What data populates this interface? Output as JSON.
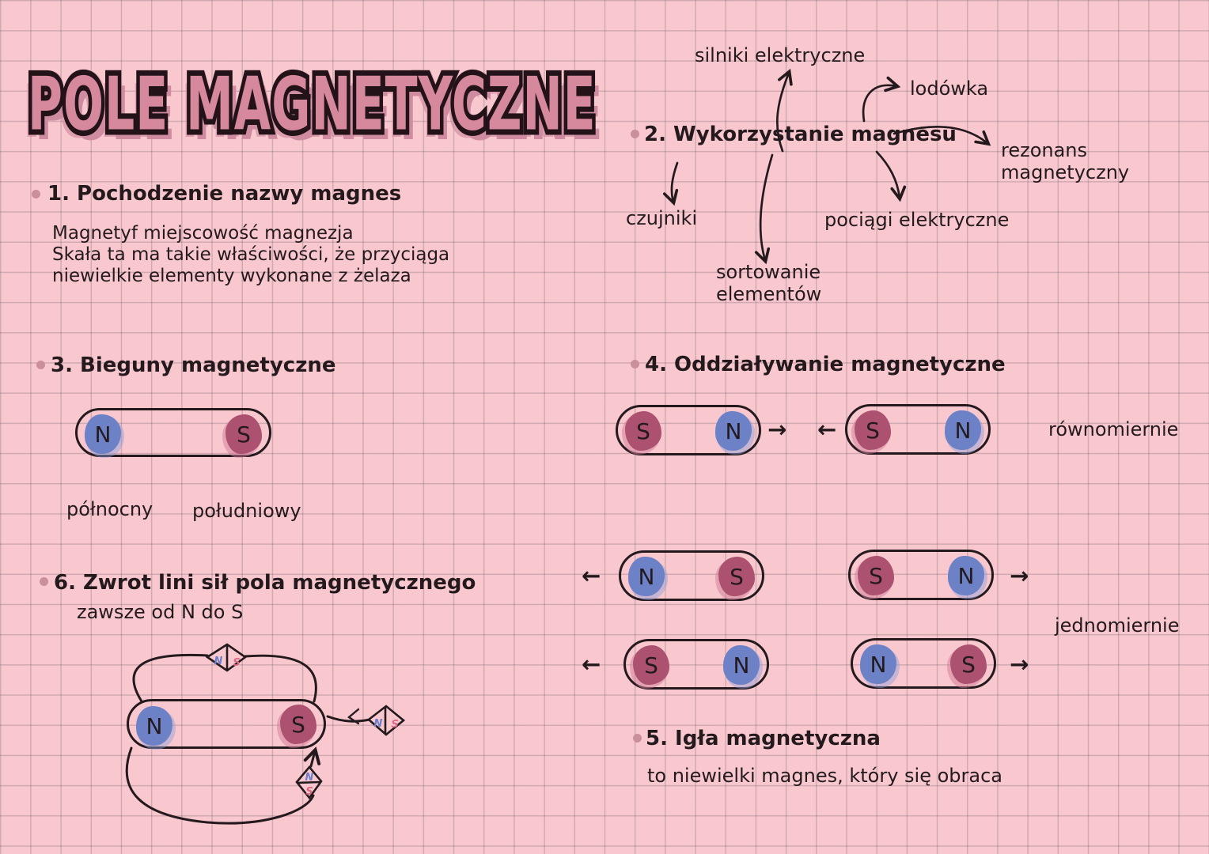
{
  "title": "POLE MAGNETYCZNE",
  "s1": {
    "heading": "1. Pochodzenie nazwy magnes",
    "body": "Magnetyf miejscowość magnezja\nSkała ta ma takie właściwości, że przyciąga\nniewielkie elementy wykonane z żelaza"
  },
  "s2": {
    "heading": "2. Wykorzystanie magnesu",
    "silniki": "silniki elektryczne",
    "lodowka": "lodówka",
    "rezonans": "rezonans\nmagnetyczny",
    "czujniki": "czujniki",
    "pociagi": "pociągi elektryczne",
    "sortowanie": "sortowanie\nelementów"
  },
  "s3": {
    "heading": "3. Bieguny magnetyczne",
    "pole_n": "N",
    "pole_s": "S",
    "label_n": "północny",
    "label_s": "południowy"
  },
  "s4": {
    "heading": "4. Oddziaływanie magnetyczne",
    "arrow_left": "←",
    "arrow_right": "→",
    "label_row1": "równomiernie",
    "label_row23": "jednomiernie",
    "row1_left_l": "S",
    "row1_left_r": "N",
    "row1_right_l": "S",
    "row1_right_r": "N",
    "row2_left_l": "N",
    "row2_left_r": "S",
    "row2_right_l": "S",
    "row2_right_r": "N",
    "row3_left_l": "S",
    "row3_left_r": "N",
    "row3_right_l": "N",
    "row3_right_r": "S"
  },
  "s5": {
    "heading": "5. Igła magnetyczna",
    "body": "to niewielki magnes, który się obraca"
  },
  "s6": {
    "heading": "6. Zwrot lini sił pola magnetycznego",
    "body": "zawsze od N do S",
    "magnet_n": "N",
    "magnet_s": "S",
    "compass_n": "N",
    "compass_s": "S"
  },
  "colors": {
    "background": "#f9c8cf",
    "grid_line": "#685a61",
    "ink": "#241a1e",
    "title_fill": "#d6889d",
    "title_shadow": "#cf8ba0",
    "pole_north_blue": "#6d81c6",
    "pole_south_rose": "#ad5170",
    "bullet_dot": "#c98f9b",
    "compass_n_letter": "#6b7fc8",
    "compass_s_letter": "#d96a85"
  }
}
